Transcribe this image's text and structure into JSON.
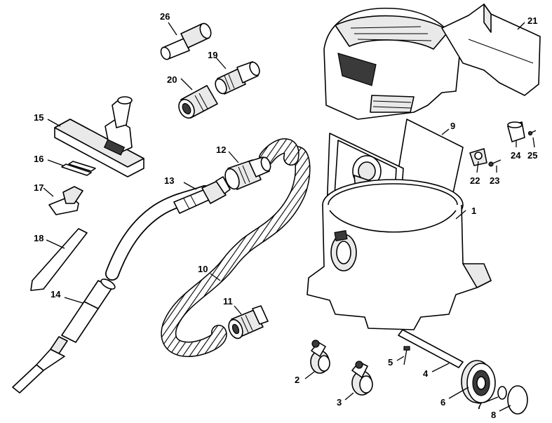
{
  "parts": [
    {
      "label": "1"
    },
    {
      "label": "2"
    },
    {
      "label": "3"
    },
    {
      "label": "4"
    },
    {
      "label": "5"
    },
    {
      "label": "6"
    },
    {
      "label": "7"
    },
    {
      "label": "8"
    },
    {
      "label": "9"
    },
    {
      "label": "10"
    },
    {
      "label": "11"
    },
    {
      "label": "12"
    },
    {
      "label": "13"
    },
    {
      "label": "14"
    },
    {
      "label": "15"
    },
    {
      "label": "16"
    },
    {
      "label": "17"
    },
    {
      "label": "18"
    },
    {
      "label": "19"
    },
    {
      "label": "20"
    },
    {
      "label": "21"
    },
    {
      "label": "22"
    },
    {
      "label": "23"
    },
    {
      "label": "24"
    },
    {
      "label": "25"
    },
    {
      "label": "26"
    }
  ]
}
